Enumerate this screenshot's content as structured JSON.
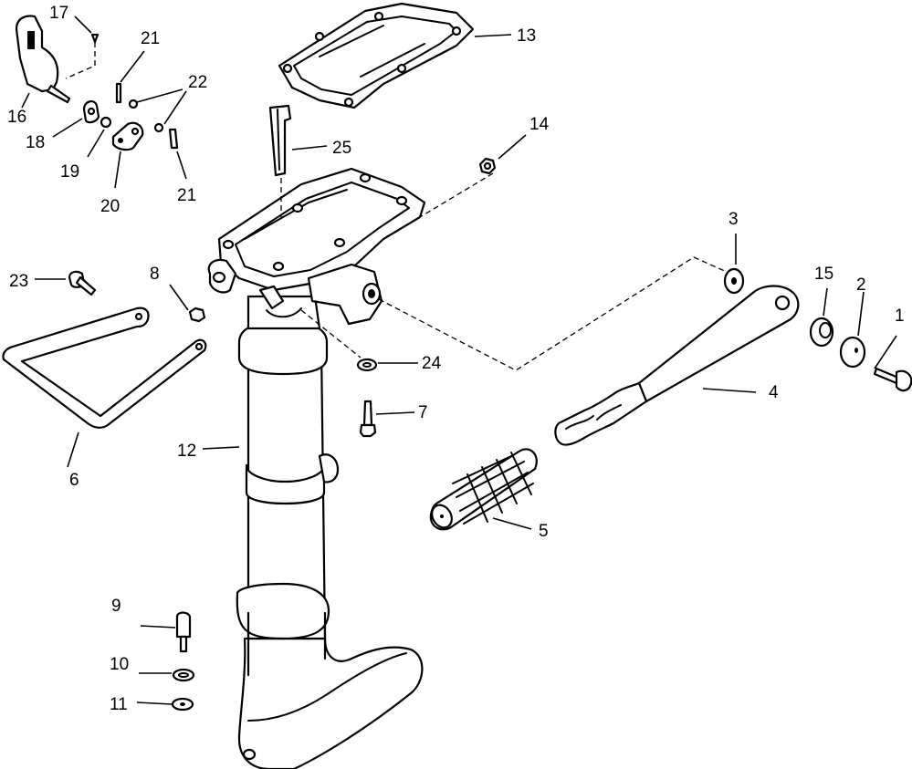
{
  "diagram": {
    "callouts": [
      {
        "id": "1",
        "text": "1"
      },
      {
        "id": "2",
        "text": "2"
      },
      {
        "id": "3",
        "text": "3"
      },
      {
        "id": "4",
        "text": "4"
      },
      {
        "id": "5",
        "text": "5"
      },
      {
        "id": "6",
        "text": "6"
      },
      {
        "id": "7",
        "text": "7"
      },
      {
        "id": "8",
        "text": "8"
      },
      {
        "id": "9",
        "text": "9"
      },
      {
        "id": "10",
        "text": "10"
      },
      {
        "id": "11",
        "text": "11"
      },
      {
        "id": "12",
        "text": "12"
      },
      {
        "id": "13",
        "text": "13"
      },
      {
        "id": "14",
        "text": "14"
      },
      {
        "id": "15",
        "text": "15"
      },
      {
        "id": "16",
        "text": "16"
      },
      {
        "id": "17",
        "text": "17"
      },
      {
        "id": "18",
        "text": "18"
      },
      {
        "id": "19",
        "text": "19"
      },
      {
        "id": "20",
        "text": "20"
      },
      {
        "id": "21a",
        "text": "21"
      },
      {
        "id": "21b",
        "text": "21"
      },
      {
        "id": "22",
        "text": "22"
      },
      {
        "id": "23",
        "text": "23"
      },
      {
        "id": "24",
        "text": "24"
      },
      {
        "id": "25",
        "text": "25"
      }
    ]
  }
}
